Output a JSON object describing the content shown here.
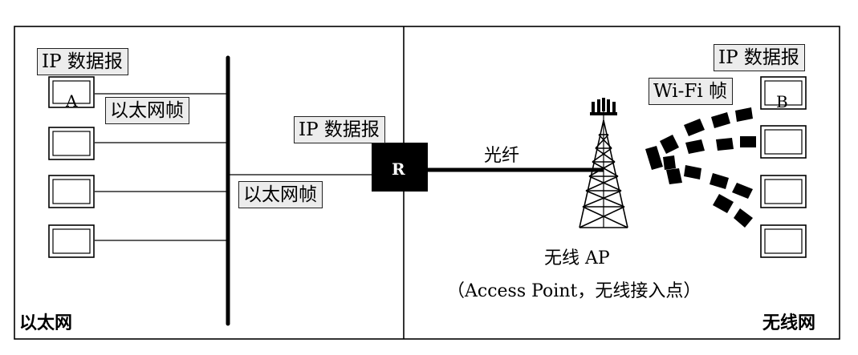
{
  "ethernet": {
    "ip_datagram_label": "IP 数据报",
    "frame_label_host": "以太网帧",
    "frame_label_router": "以太网帧",
    "host_a_letter": "A",
    "network_name": "以太网"
  },
  "router": {
    "letter": "R",
    "ip_datagram_label": "IP 数据报"
  },
  "link": {
    "fiber_label": "光纤"
  },
  "wireless": {
    "ap_label": "无线 AP",
    "ap_description": "（Access Point，无线接入点）",
    "ip_datagram_label": "IP 数据报",
    "frame_label": "Wi-Fi 帧",
    "host_b_letter": "B",
    "network_name": "无线网"
  },
  "colors": {
    "label_fill": "#ececec",
    "router_fill": "#000000",
    "line": "#000000"
  }
}
